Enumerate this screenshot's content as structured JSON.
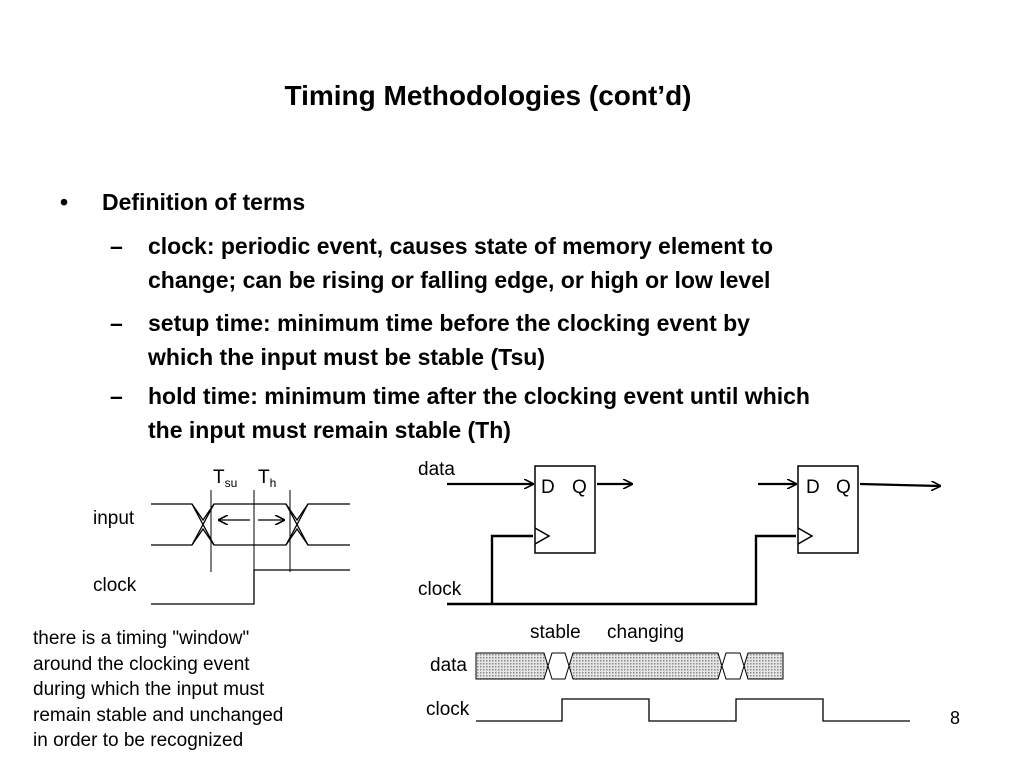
{
  "slide": {
    "title": "Timing Methodologies (cont’d)",
    "bullet_marker": "•",
    "dash_marker": "–",
    "heading": "Definition of terms",
    "items": [
      {
        "line1": "clock: periodic event, causes state of memory element to",
        "line2": "change; can be rising or falling edge, or high or low level"
      },
      {
        "line1": "setup time: minimum time before the clocking event by",
        "line2": "which the input must be stable (Tsu)"
      },
      {
        "line1": "hold time: minimum time after the clocking event until which",
        "line2": "the input must remain stable (Th)"
      }
    ],
    "page_number": "8"
  },
  "timing_diagram": {
    "tsu": {
      "base": "T",
      "sub": "su"
    },
    "th": {
      "base": "T",
      "sub": "h"
    },
    "input_label": "input",
    "clock_label": "clock"
  },
  "note": [
    "there is a timing \"window\"",
    "around the clocking event",
    "during which the input must",
    "remain stable and unchanged",
    "in order to be recognized"
  ],
  "circuit": {
    "data_label": "data",
    "clock_label": "clock",
    "d_label": "D",
    "q_label": "Q"
  },
  "waveform": {
    "stable_label": "stable",
    "changing_label": "changing",
    "data_label": "data",
    "clock_label": "clock"
  }
}
